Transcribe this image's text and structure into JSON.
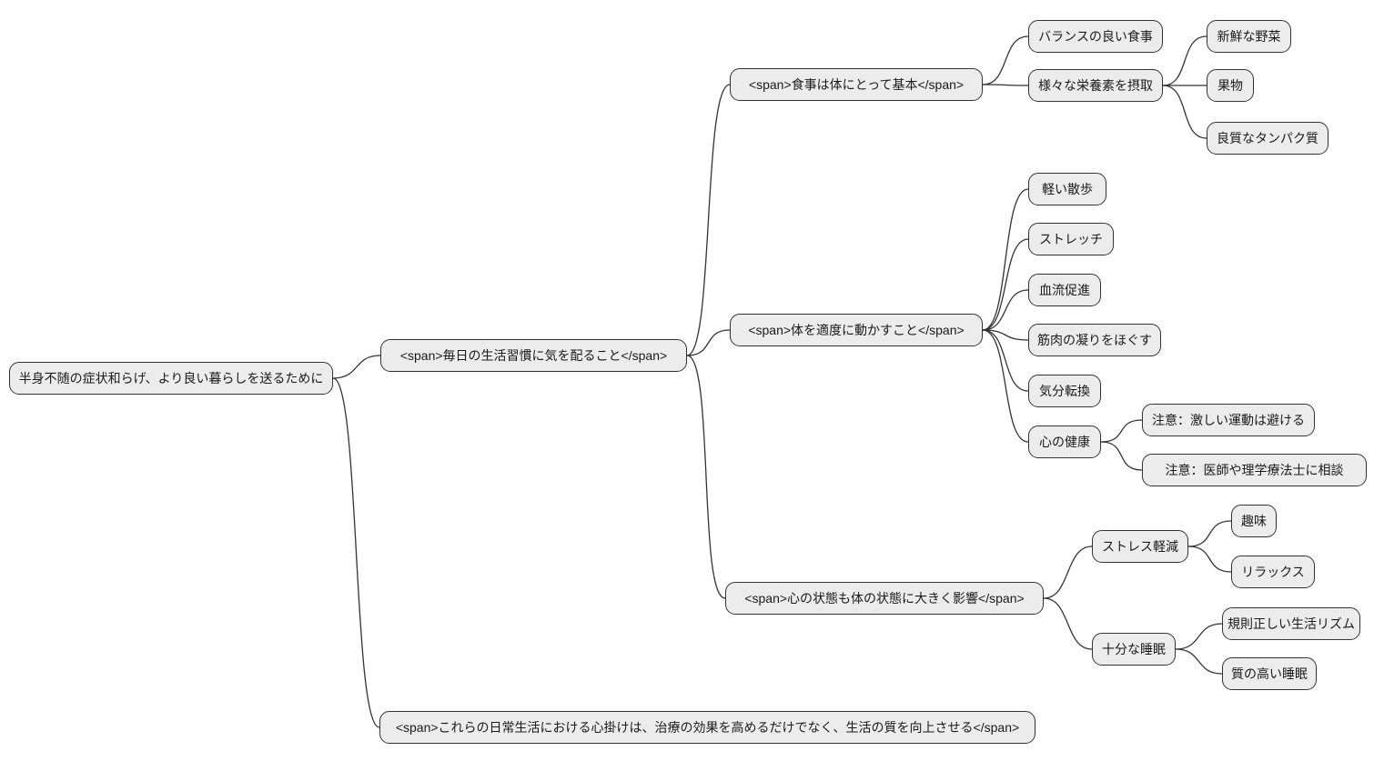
{
  "diagram": {
    "type": "mindmap",
    "background_color": "#ffffff",
    "node_style": {
      "fill": "#ececec",
      "border_color": "#333333",
      "text_color": "#1a1a1a",
      "edge_color": "#333333"
    },
    "nodes": {
      "root": {
        "label": "半身不随の症状和らげ、より良い暮らしを送るために"
      },
      "daily_habits": {
        "label": "<span>毎日の生活習慣に気を配ること</span>"
      },
      "food_basics": {
        "label": "<span>食事は体にとって基本</span>"
      },
      "balanced_diet": {
        "label": "バランスの良い食事"
      },
      "varied_nutrients": {
        "label": "様々な栄養素を摂取"
      },
      "fresh_vegetables": {
        "label": "新鮮な野菜"
      },
      "fruits": {
        "label": "果物"
      },
      "quality_protein": {
        "label": "良質なタンパク質"
      },
      "moderate_exercise": {
        "label": "<span>体を適度に動かすこと</span>"
      },
      "light_walk": {
        "label": "軽い散歩"
      },
      "stretching": {
        "label": "ストレッチ"
      },
      "blood_circulation": {
        "label": "血流促進"
      },
      "loosen_muscles": {
        "label": "筋肉の凝りをほぐす"
      },
      "mood_change": {
        "label": "気分転換"
      },
      "mental_health": {
        "label": "心の健康"
      },
      "caution_avoid_intense": {
        "label": "注意：激しい運動は避ける"
      },
      "caution_consult": {
        "label": "注意：医師や理学療法士に相談"
      },
      "mind_affects_body": {
        "label": "<span>心の状態も体の状態に大きく影響</span>"
      },
      "stress_reduction": {
        "label": "ストレス軽減"
      },
      "hobbies": {
        "label": "趣味"
      },
      "relaxation": {
        "label": "リラックス"
      },
      "enough_sleep": {
        "label": "十分な睡眠"
      },
      "regular_rhythm": {
        "label": "規則正しい生活リズム"
      },
      "quality_sleep": {
        "label": "質の高い睡眠"
      },
      "conclusion": {
        "label": "<span>これらの日常生活における心掛けは、治療の効果を高めるだけでなく、生活の質を向上させる</span>"
      }
    },
    "edges": [
      [
        "root",
        "daily_habits"
      ],
      [
        "root",
        "conclusion"
      ],
      [
        "daily_habits",
        "food_basics"
      ],
      [
        "daily_habits",
        "moderate_exercise"
      ],
      [
        "daily_habits",
        "mind_affects_body"
      ],
      [
        "food_basics",
        "balanced_diet"
      ],
      [
        "food_basics",
        "varied_nutrients"
      ],
      [
        "varied_nutrients",
        "fresh_vegetables"
      ],
      [
        "varied_nutrients",
        "fruits"
      ],
      [
        "varied_nutrients",
        "quality_protein"
      ],
      [
        "moderate_exercise",
        "light_walk"
      ],
      [
        "moderate_exercise",
        "stretching"
      ],
      [
        "moderate_exercise",
        "blood_circulation"
      ],
      [
        "moderate_exercise",
        "loosen_muscles"
      ],
      [
        "moderate_exercise",
        "mood_change"
      ],
      [
        "moderate_exercise",
        "mental_health"
      ],
      [
        "mental_health",
        "caution_avoid_intense"
      ],
      [
        "mental_health",
        "caution_consult"
      ],
      [
        "mind_affects_body",
        "stress_reduction"
      ],
      [
        "mind_affects_body",
        "enough_sleep"
      ],
      [
        "stress_reduction",
        "hobbies"
      ],
      [
        "stress_reduction",
        "relaxation"
      ],
      [
        "enough_sleep",
        "regular_rhythm"
      ],
      [
        "enough_sleep",
        "quality_sleep"
      ]
    ]
  }
}
